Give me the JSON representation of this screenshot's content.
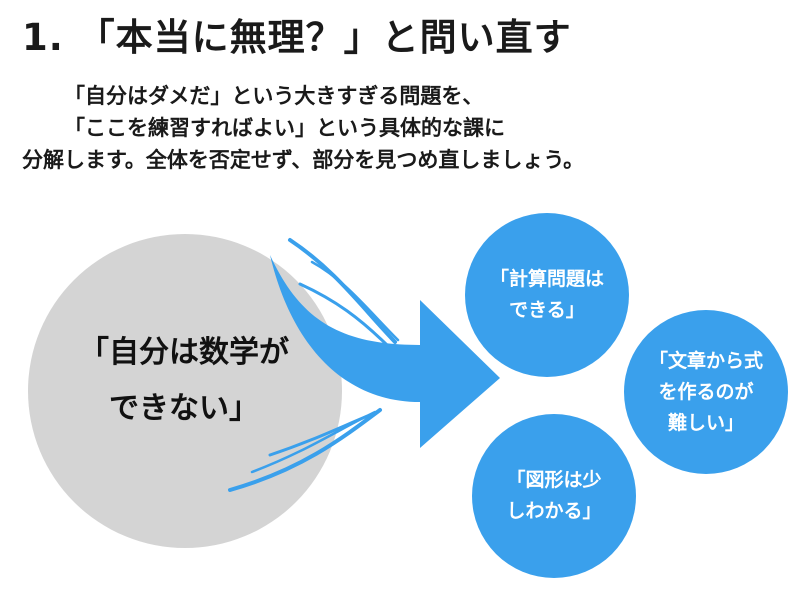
{
  "title": "1. 「本当に無理？」と問い直す",
  "description": {
    "line1": "「自分はダメだ」という大きすぎる問題を、",
    "line2": "「ここを練習すればよい」という具体的な課に",
    "line3": "分解します。全体を否定せず、部分を見つめ直しましょう。"
  },
  "diagram": {
    "source": {
      "line1": "「自分は数学が",
      "line2": "できない」"
    },
    "parts": [
      {
        "line1": "「計算問題は",
        "line2": "できる」"
      },
      {
        "line1": "「文章から式",
        "line2": "を作るのが",
        "line3": "難しい」"
      },
      {
        "line1": "「図形は少",
        "line2": "しわかる」"
      }
    ],
    "colors": {
      "source_circle": "#d4d4d4",
      "part_bubble": "#3aa0ec",
      "arrow": "#3aa0ec"
    }
  }
}
